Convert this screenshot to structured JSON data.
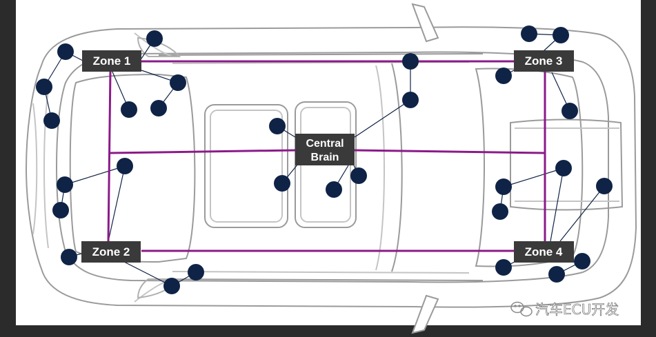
{
  "diagram": {
    "zones": [
      {
        "id": "zone-1",
        "label": "Zone 1"
      },
      {
        "id": "zone-2",
        "label": "Zone 2"
      },
      {
        "id": "zone-3",
        "label": "Zone 3"
      },
      {
        "id": "zone-4",
        "label": "Zone 4"
      }
    ],
    "central": {
      "line1": "Central",
      "line2": "Brain"
    },
    "colors": {
      "backbone": "#8b1a89",
      "node": "#0f2346",
      "box": "#3a3a3a",
      "car_outline": "#9a9a9a"
    }
  },
  "watermark": {
    "text": "汽车ECU开发",
    "icon": "wechat-icon"
  }
}
